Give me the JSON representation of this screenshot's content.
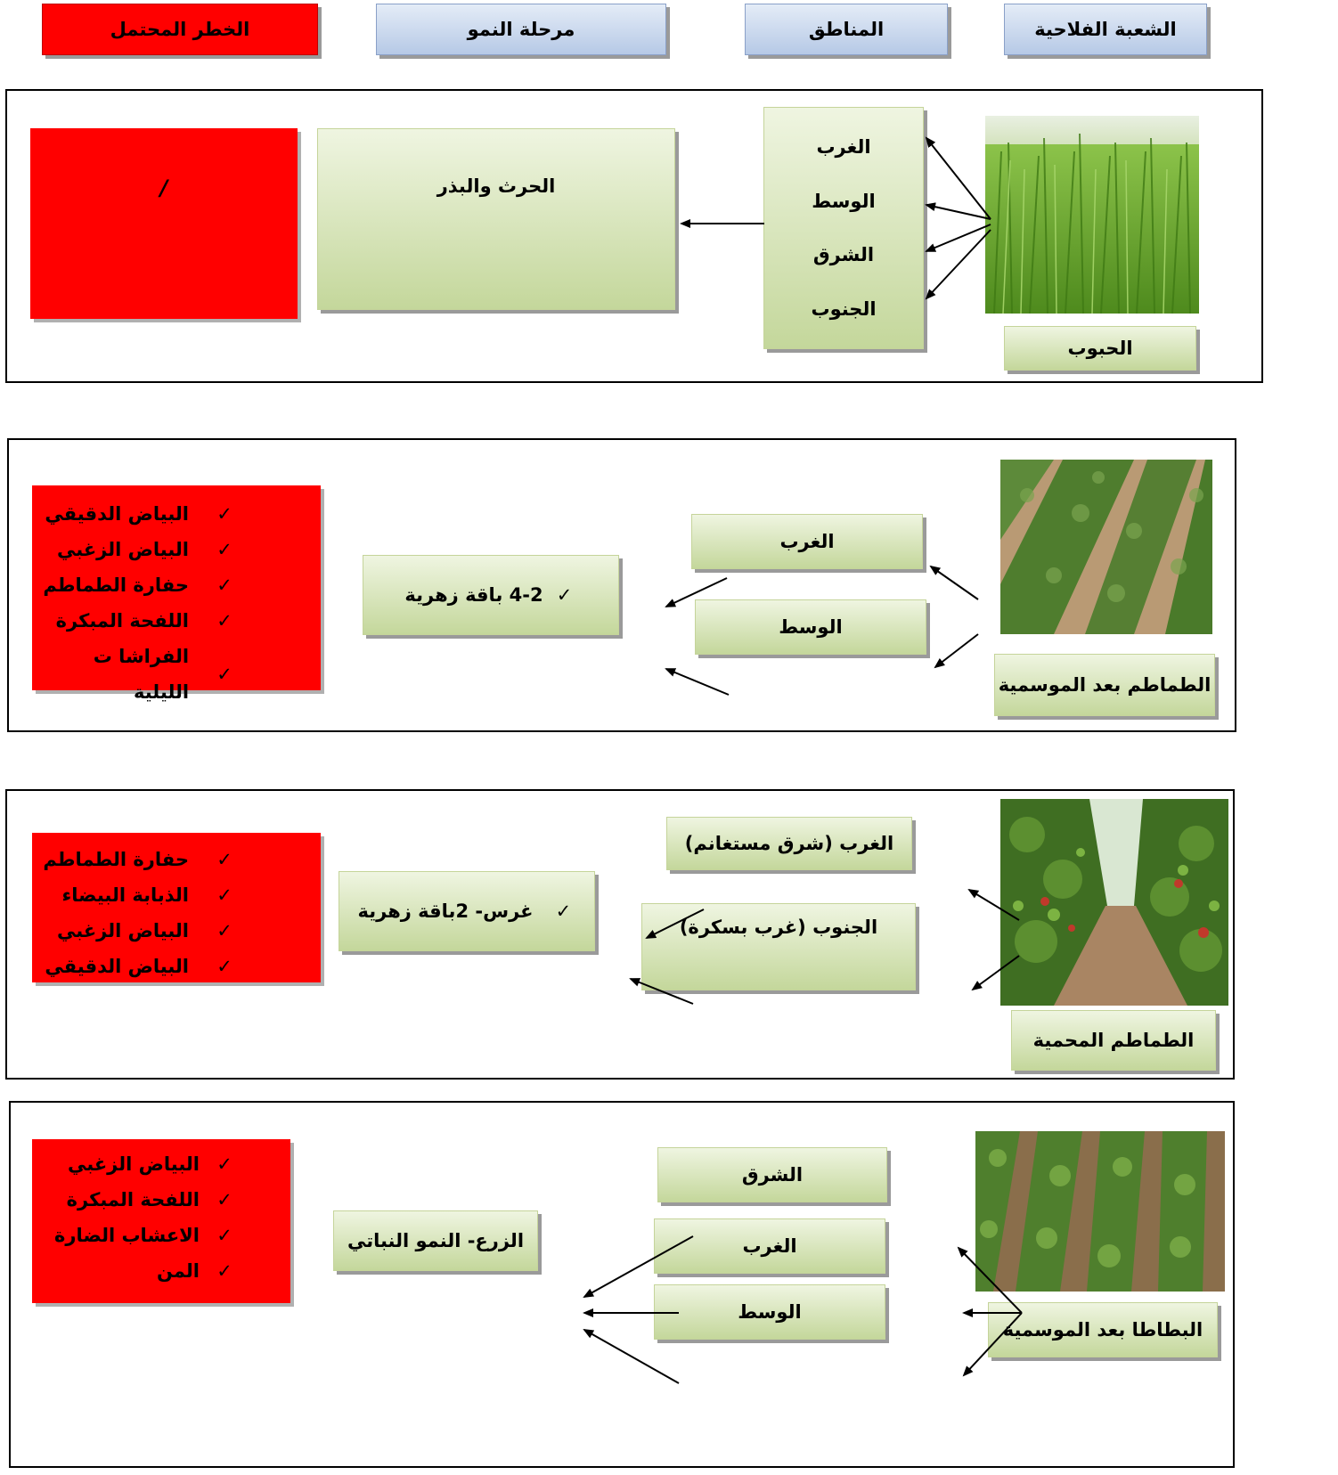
{
  "headers": {
    "risk": "الخطر المحتمل",
    "stage": "مرحلة النمو",
    "regions": "المناطق",
    "sector": "الشعبة الفلاحية"
  },
  "rows": [
    {
      "sector": "الحبوب",
      "photo": "wheat-field-photo",
      "regions": [
        "الغرب",
        "الوسط",
        "الشرق",
        "الجنوب"
      ],
      "stage": "الحرث والبذر",
      "risk_text": "/"
    },
    {
      "sector": "الطماطم بعد الموسمية",
      "photo": "tomato-field-photo",
      "regions": [
        "الغرب",
        "الوسط"
      ],
      "stage": "4-2 باقة زهرية",
      "risks": [
        "البياض الدقيقي",
        "البياض الزغبي",
        "حفارة الطماطم",
        "اللفحة المبكرة",
        "الفراشا ت الليلية"
      ]
    },
    {
      "sector": "الطماطم المحمية",
      "photo": "greenhouse-tomato-photo",
      "regions": [
        "الغرب (شرق مستغانم)",
        "الجنوب (غرب بسكرة)"
      ],
      "stage": "غرس- 2باقة زهرية",
      "risks": [
        "حفارة الطماطم",
        "الذبابة البيضاء",
        "البياض الزغبي",
        "البياض الدقيقي"
      ]
    },
    {
      "sector": "البطاطا بعد الموسمية",
      "photo": "potato-field-photo",
      "regions": [
        "الشرق",
        "الغرب",
        "الوسط"
      ],
      "stage": "الزرع- النمو النباتي",
      "risks": [
        "البياض الزغبي",
        "اللفحة المبكرة",
        "الاعشاب الضارة",
        "المن"
      ]
    }
  ],
  "colors": {
    "risk_red": "#ff0000",
    "header_blue": "#b6c9e6",
    "box_green": "#c4d79b"
  },
  "icons": {
    "check": "✓"
  }
}
